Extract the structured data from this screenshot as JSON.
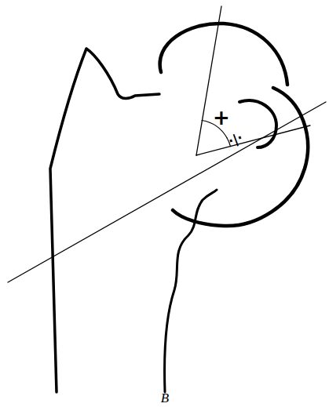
{
  "diagram": {
    "labels": [
      "+",
      "·|·",
      "B"
    ]
  }
}
